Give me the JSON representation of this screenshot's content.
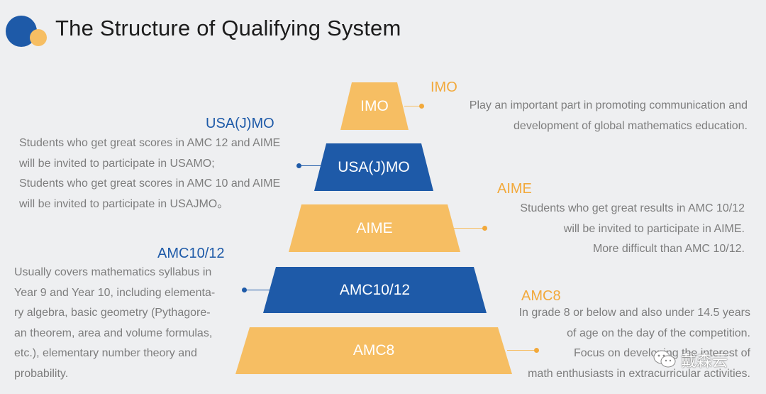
{
  "title": "The Structure of Qualifying System",
  "colors": {
    "orange": "#f6be63",
    "blue": "#1e5aa8",
    "accent_orange": "#f2a93b",
    "text_gray": "#7d7d7d"
  },
  "pyramid": [
    {
      "label": "IMO",
      "color": "orange"
    },
    {
      "label": "USA(J)MO",
      "color": "blue"
    },
    {
      "label": "AIME",
      "color": "orange"
    },
    {
      "label": "AMC10/12",
      "color": "blue"
    },
    {
      "label": "AMC8",
      "color": "orange"
    }
  ],
  "annotations": {
    "imo": {
      "heading": "IMO",
      "lines": [
        "Play an important part in promoting communication and",
        "development of global mathematics education."
      ]
    },
    "usajmo": {
      "heading": "USA(J)MO",
      "lines": [
        "Students  who get great scores in AMC 12 and AIME",
        "will be invited to participate in USAMO;",
        "Students  who get great scores in AMC 10 and AIME",
        "will be invited to participate in USAJMO。"
      ]
    },
    "aime": {
      "heading": "AIME",
      "lines": [
        "Students who get great results in AMC 10/12",
        "will be invited to participate in AIME.",
        "More difficult than AMC 10/12."
      ]
    },
    "amc1012": {
      "heading": "AMC10/12",
      "lines": [
        "Usually covers mathematics syllabus in",
        "Year 9 and Year 10, including elementa-",
        "ry algebra, basic geometry (Pythagore-",
        "an theorem, area and volume formulas,",
        "etc.), elementary number theory and",
        "probability."
      ]
    },
    "amc8": {
      "heading": "AMC8",
      "lines": [
        "In grade 8 or  below and also under 14.5 years",
        "of age on the day of the competition.",
        "Focus on developing the interest of",
        "math enthusiasts in extracurricular activities."
      ]
    }
  },
  "watermark": {
    "text": "戴森云",
    "icon": "wechat-icon"
  }
}
